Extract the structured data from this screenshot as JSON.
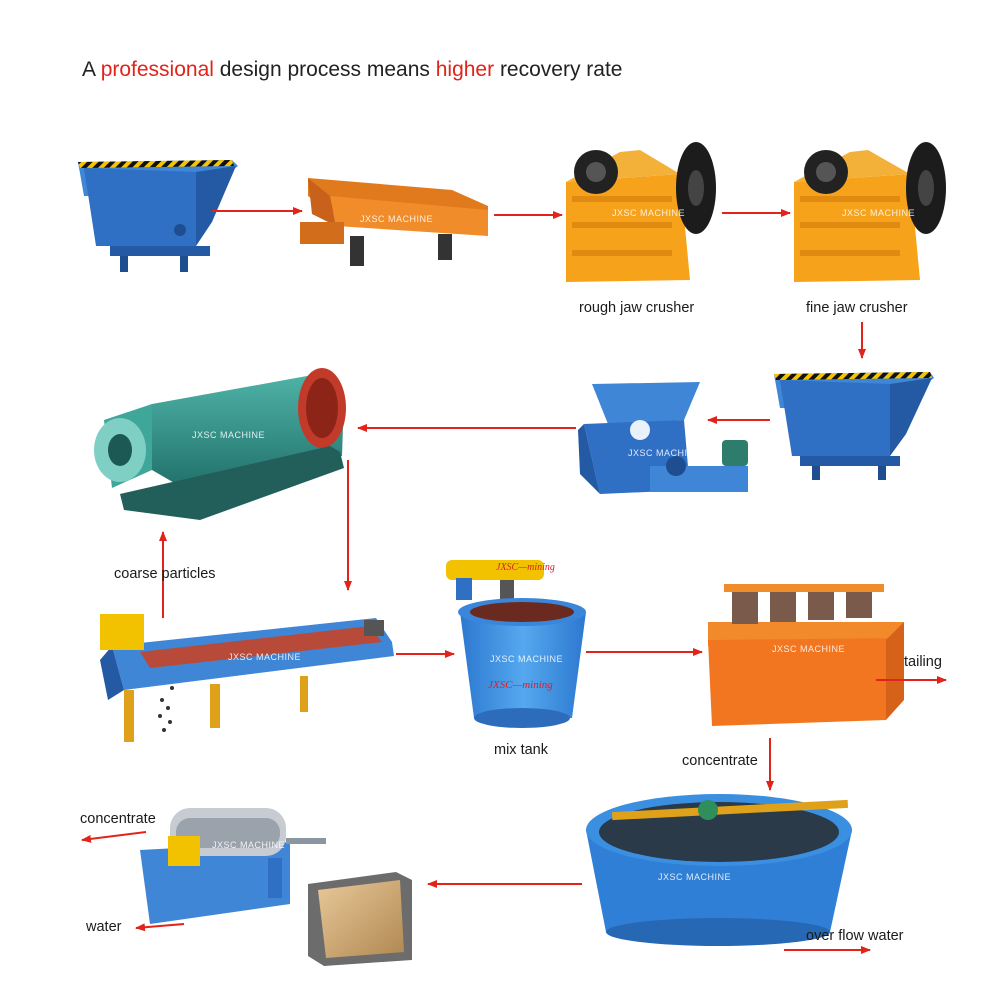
{
  "headline": {
    "prefix": "A ",
    "highlight1": "professional",
    "middle": " design process means ",
    "highlight2": "higher",
    "suffix": " recovery rate"
  },
  "labels": {
    "rough_jaw_crusher": "rough jaw crusher",
    "fine_jaw_crusher": "fine jaw crusher",
    "coarse_particles": "coarse particles",
    "mix_tank": "mix tank",
    "tailing": "tailing",
    "concentrate_flotation": "concentrate",
    "concentrate_filter": "concentrate",
    "water": "water",
    "over_flow_water": "over flow water"
  },
  "watermark": "JXSC MACHINE",
  "tank_text": "JXSC—mining",
  "colors": {
    "arrow": "#e2231a",
    "accent": "#e2231a",
    "hopper_blue": "#2f6fc4",
    "crusher_orange": "#f7a21b",
    "mill_green": "#2f8f86",
    "flotation_orange": "#f2761f"
  }
}
